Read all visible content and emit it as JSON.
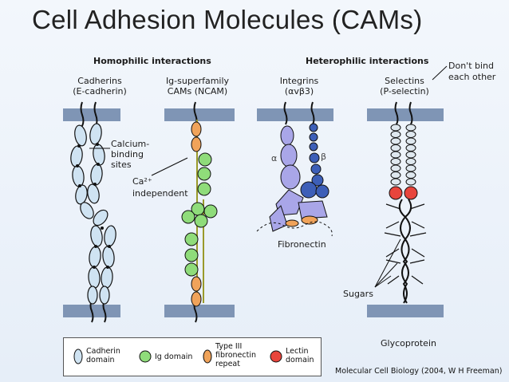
{
  "title": "Cell Adhesion Molecules (CAMs)",
  "headers": {
    "homophilic": "Homophilic interactions",
    "heterophilic": "Heterophilic interactions"
  },
  "molecules": {
    "cadherins": {
      "line1": "Cadherins",
      "line2": "(E-cadherin)"
    },
    "igsf": {
      "line1": "Ig-superfamily",
      "line2": "CAMs (NCAM)"
    },
    "integrins": {
      "line1": "Integrins",
      "line2": "(αvβ3)"
    },
    "selectins": {
      "line1": "Selectins",
      "line2": "(P-selectin)"
    }
  },
  "annotations": {
    "calcium": "Calcium-\nbinding\nsites",
    "ca_independent_1": "Ca²⁺",
    "ca_independent_2": "independent",
    "dont_bind_1": "Don't bind",
    "dont_bind_2": "each other",
    "alpha": "α",
    "beta": "β",
    "fibronectin": "Fibronectin",
    "sugars": "Sugars",
    "glycoprotein": "Glycoprotein"
  },
  "legend": {
    "cadherin": "Cadherin\ndomain",
    "ig": "Ig domain",
    "fn3": "Type III\nfibronectin\nrepeat",
    "lectin": "Lectin\ndomain"
  },
  "credit": "Molecular Cell Biology (2004, W H Freeman)",
  "colors": {
    "membrane": "#7f95b5",
    "cadherin": "#cfe3f2",
    "ig": "#8fdc7a",
    "fn3": "#f0a35a",
    "lectin": "#e8453c",
    "integrin_alpha": "#a9a6e8",
    "integrin_beta": "#3d5fb8"
  }
}
